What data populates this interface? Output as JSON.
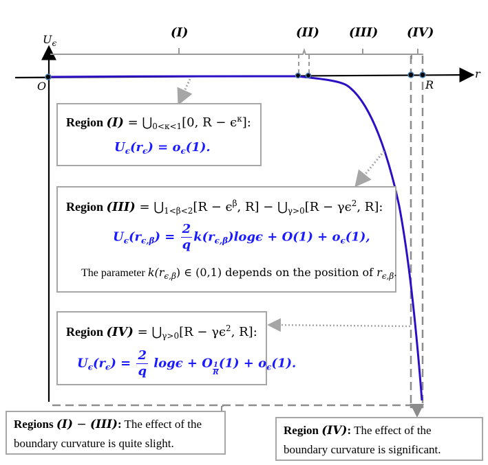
{
  "axes": {
    "y_label": "U",
    "y_label_sub": "ϵ",
    "x_label": "r",
    "origin_label": "O",
    "boundary_label": "R"
  },
  "region_brackets": [
    {
      "label": "(I)"
    },
    {
      "label": "(II)"
    },
    {
      "label": "(III)"
    },
    {
      "label": "(IV)"
    }
  ],
  "colors": {
    "curve": "#2a0fc4",
    "formula": "#1a1aff",
    "box_border": "#a6a6a6",
    "bracket": "#8c8c8c",
    "axis": "#000000"
  },
  "region1_box": {
    "title_bold": "Region",
    "title_region": "(I)",
    "definition": " = ⋃",
    "def_sub": "0<κ<1",
    "def_rest": "[0, R − ϵ",
    "def_sup": "κ",
    "def_end": "]:",
    "formula_lhs": "U",
    "formula_lhs_sub": "ϵ",
    "formula_arg": "(r",
    "formula_arg_sub": "ϵ",
    "formula_arg_end": ")",
    "formula_eq": " = o",
    "formula_eq_sub": "ϵ",
    "formula_end": "(1)."
  },
  "region3_box": {
    "title_bold": "Region",
    "title_region": "(III)",
    "definition": " = ⋃",
    "def_sub1": "1<β<2",
    "def_part1": "[R − ϵ",
    "def_sup1": "β",
    "def_part2": ", R] − ⋃",
    "def_sub2": "γ>0",
    "def_part3": "[R − γϵ",
    "def_sup2": "2",
    "def_end": ", R]:",
    "formula_lhs": "U",
    "formula_lhs_sub": "ϵ",
    "formula_arg": "(r",
    "formula_arg_sub": "ϵ,β",
    "formula_arg_end": ") = ",
    "frac_num": "2",
    "frac_den": "q",
    "formula_k": "k(r",
    "formula_k_sub": "ϵ,β",
    "formula_k_end": ")logϵ + O(1) + o",
    "formula_o_sub": "ϵ",
    "formula_end": "(1),",
    "note_pre": "The parameter  ",
    "note_k": "k",
    "note_arg": "(r",
    "note_arg_sub": "ϵ,β",
    "note_mid": ") ∈ (0,1)  depends on the position of ",
    "note_r": "r",
    "note_r_sub": "ϵ,β",
    "note_end": "."
  },
  "region4_box": {
    "title_bold": "Region",
    "title_region": "(IV)",
    "definition": " = ⋃",
    "def_sub": "γ>0",
    "def_rest": "[R − γϵ",
    "def_sup": "2",
    "def_end": ", R]:",
    "formula_lhs": "U",
    "formula_lhs_sub": "ϵ",
    "formula_arg": "(r",
    "formula_arg_sub": "ϵ",
    "formula_arg_end": ") = ",
    "frac_num": "2",
    "frac_den": "q",
    "formula_mid": " logϵ + O",
    "o_frac_num": "1",
    "o_frac_den": "R",
    "formula_mid2": "(1) + o",
    "formula_o_sub": "ϵ",
    "formula_end": "(1)."
  },
  "summary_left": {
    "bold": "Regions ",
    "region_a": "(I)",
    "dash": " − ",
    "region_b": "(III)",
    "colon": ":",
    "line1_rest": " The effect of the",
    "line2": "boundary curvature is quite slight."
  },
  "summary_right": {
    "bold": "Region ",
    "region": "(IV)",
    "colon": ":",
    "line1_rest": " The effect of the",
    "line2": "boundary curvature is significant."
  }
}
